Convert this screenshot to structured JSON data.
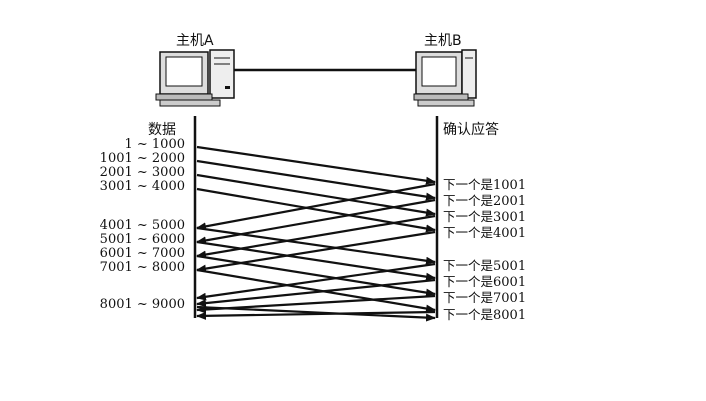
{
  "hosts": {
    "a": {
      "label": "主机A"
    },
    "b": {
      "label": "主机B"
    }
  },
  "columns": {
    "left": "数据",
    "right": "确认应答"
  },
  "data_segments": [
    "1 ~ 1000",
    "1001 ~ 2000",
    "2001 ~ 3000",
    "3001 ~ 4000",
    "4001 ~ 5000",
    "5001 ~ 6000",
    "6001 ~ 7000",
    "7001 ~ 8000",
    "8001 ~ 9000"
  ],
  "acks": [
    {
      "prefix": "下一个是",
      "num": "1001"
    },
    {
      "prefix": "下一个是",
      "num": "2001"
    },
    {
      "prefix": "下一个是",
      "num": "3001"
    },
    {
      "prefix": "下一个是",
      "num": "4001"
    },
    {
      "prefix": "下一个是",
      "num": "5001"
    },
    {
      "prefix": "下一个是",
      "num": "6001"
    },
    {
      "prefix": "下一个是",
      "num": "7001"
    },
    {
      "prefix": "下一个是",
      "num": "8001"
    }
  ]
}
